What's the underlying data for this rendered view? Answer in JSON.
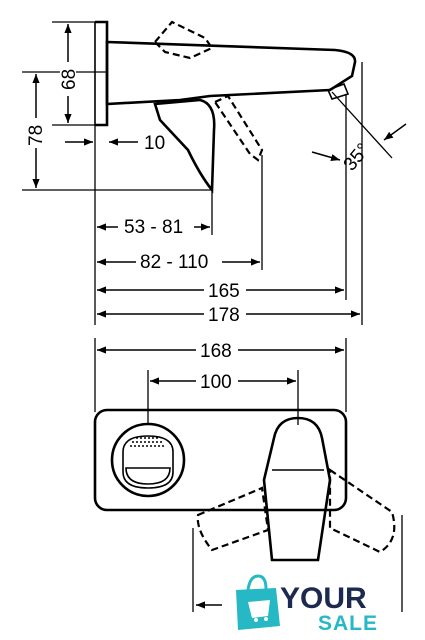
{
  "dimensions": {
    "side_height_upper": "68",
    "side_height_total": "78",
    "wall_offset": "10",
    "projection_min_max": "53 - 81",
    "lever_projection": "82 - 110",
    "spout_length": "165",
    "total_depth": "178",
    "angle": "35°",
    "plate_width": "168",
    "axis_spacing": "100"
  },
  "logo": {
    "word_top": "YOUR",
    "word_bottom": "SALE",
    "color_dark": "#1b2a4e",
    "color_accent": "#27b8c6"
  }
}
